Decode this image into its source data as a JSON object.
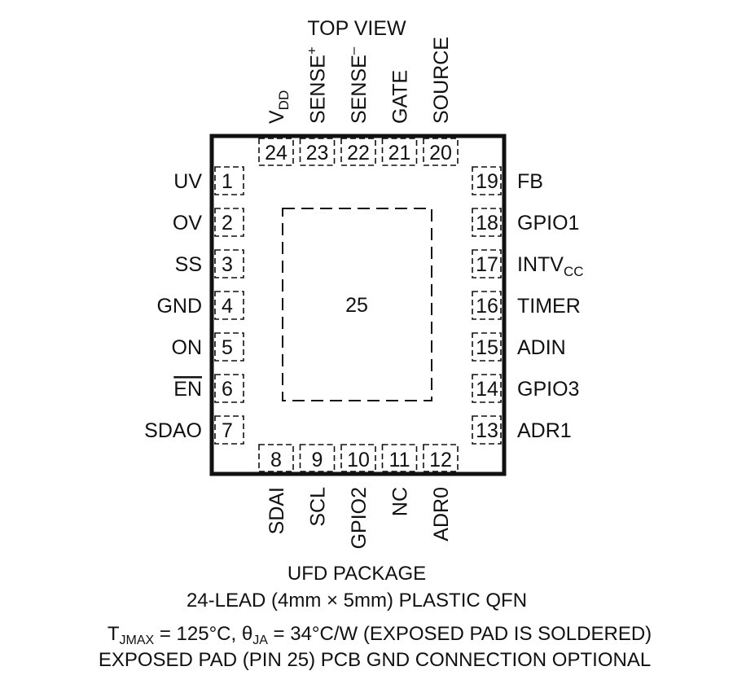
{
  "title": "TOP VIEW",
  "package": {
    "name": "UFD PACKAGE",
    "description": "24-LEAD (4mm × 5mm) PLASTIC QFN"
  },
  "notes": {
    "thermal_t": "T",
    "thermal_t_sub": "JMAX",
    "thermal_mid": " = 125°C, θ",
    "thermal_theta_sub": "JA",
    "thermal_rest": " = 34°C/W (EXPOSED PAD IS SOLDERED)",
    "exposed_pad_note": "EXPOSED PAD (PIN 25) PCB GND CONNECTION OPTIONAL"
  },
  "exposed_pad": {
    "number": "25"
  },
  "pins": {
    "left": [
      {
        "num": "1",
        "name": "UV"
      },
      {
        "num": "2",
        "name": "OV"
      },
      {
        "num": "3",
        "name": "SS"
      },
      {
        "num": "4",
        "name": "GND"
      },
      {
        "num": "5",
        "name": "ON"
      },
      {
        "num": "6",
        "name": "EN",
        "overbar": true
      },
      {
        "num": "7",
        "name": "SDAO"
      }
    ],
    "bottom": [
      {
        "num": "8",
        "name": "SDAI"
      },
      {
        "num": "9",
        "name": "SCL"
      },
      {
        "num": "10",
        "name": "GPIO2"
      },
      {
        "num": "11",
        "name": "NC"
      },
      {
        "num": "12",
        "name": "ADR0"
      }
    ],
    "right": [
      {
        "num": "13",
        "name": "ADR1"
      },
      {
        "num": "14",
        "name": "GPIO3"
      },
      {
        "num": "15",
        "name": "ADIN"
      },
      {
        "num": "16",
        "name": "TIMER"
      },
      {
        "num": "17",
        "name": "INTV",
        "sub": "CC"
      },
      {
        "num": "18",
        "name": "GPIO1"
      },
      {
        "num": "19",
        "name": "FB"
      }
    ],
    "top": [
      {
        "num": "20",
        "name": "SOURCE"
      },
      {
        "num": "21",
        "name": "GATE"
      },
      {
        "num": "22",
        "name": "SENSE",
        "sup": "–"
      },
      {
        "num": "23",
        "name": "SENSE",
        "sup": "+"
      },
      {
        "num": "24",
        "name": "V",
        "sub": "DD"
      }
    ]
  }
}
